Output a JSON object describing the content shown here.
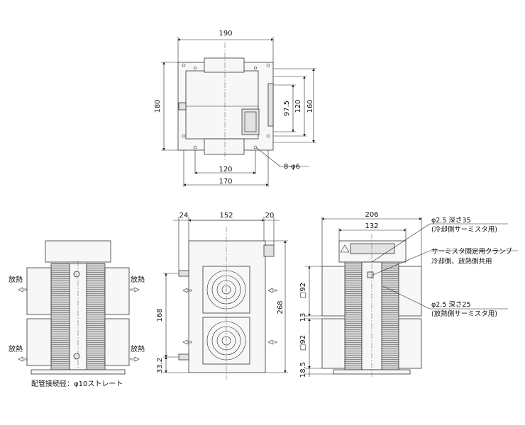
{
  "top_view": {
    "dims": {
      "width_top": "190",
      "height_left": "180",
      "inner_v1": "97.5",
      "inner_v2": "120",
      "inner_v3": "160",
      "bottom_inner": "120",
      "bottom_outer": "170",
      "holes": "8-φ6"
    }
  },
  "left_view": {
    "labels": {
      "heat_ul": "放熱",
      "heat_ur": "放熱",
      "heat_ll": "放熱",
      "heat_lr": "放熱"
    },
    "pipe_note": "配管接続径：φ10ストレート"
  },
  "front_view": {
    "dims": {
      "left_off": "24",
      "width": "152",
      "right_off": "20",
      "height": "268",
      "pitch": "168",
      "bottom": "33.2"
    }
  },
  "right_view": {
    "dims": {
      "width_outer": "206",
      "width_inner": "132",
      "fin_top": "□92",
      "gap": "13",
      "fin_bottom": "□92",
      "bottom": "18.5"
    },
    "notes": {
      "cold_hole_1": "φ2.5 深さ35",
      "cold_hole_2": "(冷却側サーミスタ用)",
      "clamp_1": "サーミスタ固定用クランプ",
      "clamp_2": "冷却側、放熱側共用",
      "hot_hole_1": "φ2.5  深さ25",
      "hot_hole_2": "(放熱側サーミスタ用)"
    }
  }
}
